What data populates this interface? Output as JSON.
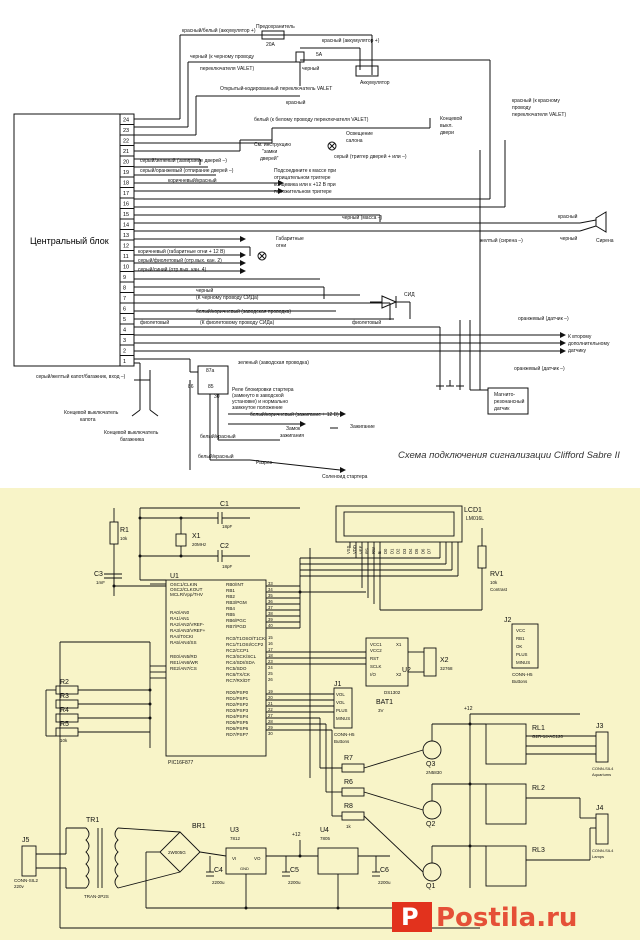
{
  "top_diagram": {
    "caption": "Схема подключения сигнализации Clifford Sabre II",
    "central_unit_label": "Центральный блок",
    "pin_numbers": [
      "24",
      "23",
      "22",
      "21",
      "20",
      "19",
      "18",
      "17",
      "16",
      "15",
      "14",
      "13",
      "12",
      "11",
      "10",
      "9",
      "8",
      "7",
      "6",
      "5",
      "4",
      "3",
      "2",
      "1"
    ],
    "labels": {
      "red_white_battery": "красный/белый (аккумулятор +)",
      "fuse": "Предохранитель",
      "fuse_value": "20А",
      "red_battery": "красный (аккумулятор +)",
      "black_valet": "черный (к черному проводу",
      "valet_switch": "переключателя VALET)",
      "fuse_5a": "5А",
      "battery": "Аккумулятор",
      "black_small": "черный",
      "open_coded_switch": "Открытый-кодированный переключатель VALET",
      "red_small": "красный",
      "red_white_valet_1": "красный (к красному",
      "red_white_valet_2": "проводу",
      "red_white_valet_3": "переключателя VALET)",
      "white_valet": "белый (к белому проводу переключателя VALET)",
      "door_switch_1": "Концевой",
      "door_switch_2": "выкл.",
      "door_switch_3": "двери",
      "cabin_light_1": "Освещение",
      "cabin_light_2": "салона",
      "instruction_1": "См. инструкцию",
      "instruction_2": "\"замки",
      "instruction_3": "дверей\"",
      "grey_trigger": "серый (триггер дверей + или –)",
      "grey_green": "серый/зеленый (запирание дверей –)",
      "grey_orange": "серый/оранжевый (отпирание дверей –)",
      "brown_red": "коричневый/красный",
      "note_1": "Подсоедините к массе при",
      "note_2": "отрицательном триггере",
      "note_3": "концевика или к +12 В при",
      "note_4": "положительном триггере",
      "black_ground": "черный (масса –)",
      "red_siren": "красный",
      "yellow_siren": "желтый (сирена –)",
      "black_siren": "черный",
      "siren": "Сирена",
      "brown_park": "коричневый (габаритные огни + 12 В)",
      "grey_purple": "серый/фиолетовый (отр.вых. кан. 2)",
      "grey_blue": "серый/синий (отр.вых. кан. 4)",
      "park_lights_1": "Габаритные",
      "park_lights_2": "огни",
      "black_led_1": "черный",
      "black_led_2": "(К черному проводу СИДа)",
      "led": "СИД",
      "white_brown_starter": "белый/коричневый (заводская проводка)",
      "purple": "фиолетовый",
      "purple_led": "(К фиолетовому проводу СИДа)",
      "purple_2": "фиолетовый",
      "orange_sensor": "оранжевый (датчик –)",
      "second_sensor_1": "К второму",
      "second_sensor_2": "дополнительному",
      "second_sensor_3": "датчику",
      "orange_sensor_2": "оранжевый (датчик –)",
      "green_starter": "зеленый (заводская проводка)",
      "grey_yellow": "серый/желтый капот/багажник, вход –)",
      "relay_87a": "87а",
      "relay_86": "86",
      "relay_85": "85",
      "relay_30": "30",
      "relay_note_1": "Реле блокировки стартера",
      "relay_note_2": "(замкнуто в заводской",
      "relay_note_3": "установке) и нормально",
      "relay_note_4": "замкнутое положение",
      "white_brown_ign": "белый/коричневый (зажигание + 12 В)",
      "ignition_lock_1": "Замок",
      "ignition_lock_2": "зажигания",
      "ignition": "Зажигание",
      "hood_switch_1": "Концевой выключатель",
      "hood_switch_2": "капота",
      "trunk_switch_1": "Концевой выключатель",
      "trunk_switch_2": "багажника",
      "white_red": "белый/красный",
      "white_red_2": "белый/красный",
      "cut": "Разрез",
      "starter_solenoid": "Соленоид стартера",
      "magnetic_sensor_1": "Магнито-",
      "magnetic_sensor_2": "резонансный",
      "magnetic_sensor_3": "датчик"
    }
  },
  "bottom_schematic": {
    "components": {
      "c1": "C1",
      "c1_val": "18pF",
      "x1": "X1",
      "x1_val": "20MHz",
      "c2": "C2",
      "c2_val": "18pF",
      "r1": "R1",
      "r1_val": "10k",
      "c3": "C3",
      "c3_val": "1mF",
      "u1": "U1",
      "u1_part": "PIC16F877",
      "lcd1": "LCD1",
      "lcd1_part": "LM016L",
      "rv1": "RV1",
      "rv1_val": "10k",
      "rv1_desc": "Contrast",
      "j2": "J2",
      "j2_part": "CONN-H5",
      "j2_desc": "Buttons",
      "u2": "U2",
      "u2_part": "DS1302",
      "x2": "X2",
      "x2_val": "32768",
      "bat1": "BAT1",
      "bat1_val": "3V",
      "j1": "J1",
      "j1_part": "CONN-H5",
      "j1_desc": "Buttons",
      "r2": "R2",
      "r3": "R3",
      "r4": "R4",
      "r5": "R5",
      "r_val": "10k",
      "r6": "R6",
      "r7": "R7",
      "r8": "R8",
      "r1k": "1k",
      "q1": "Q1",
      "q2": "Q2",
      "q3": "Q3",
      "q_part": "2N5830",
      "rl1": "RL1",
      "rl2": "RL2",
      "rl3": "RL3",
      "rl_part": "G2R-14-AC120",
      "j3": "J3",
      "j3_part": "CONN-SIL4",
      "j3_desc": "Aquariums",
      "j4": "J4",
      "j4_part": "CONN-SIL4",
      "j4_desc": "Lamps",
      "plus12_a": "+12",
      "plus12_b": "+12",
      "tr1": "TR1",
      "tr1_part": "TRAN-2P2S",
      "br1": "BR1",
      "br1_part": "2W005G",
      "u3": "U3",
      "u3_part": "7812",
      "u4": "U4",
      "u4_part": "7805",
      "c4": "C4",
      "c4_val": "2200u",
      "c5": "C5",
      "c5_val": "2200u",
      "c6": "C6",
      "c6_val": "2200u",
      "j5": "J5",
      "j5_part": "CONN-SIL2",
      "j5_val": "220v",
      "vi": "VI",
      "vo": "VO",
      "gnd": "GND"
    },
    "u1_left_pins": [
      "OSC1/CLKIN",
      "OSC2/CLKOUT",
      "MCLR/Vpp/THV",
      "RA0/AN0",
      "RA1/AN1",
      "RA2/AN2/VREF-",
      "RA3/AN3/VREF+",
      "RA4/T0CKI",
      "RA5/AN4/SS",
      "RE0/AN5/RD",
      "RE1/AN6/WR",
      "RE2/AN7/CS"
    ],
    "u1_right_pins": [
      "RB0/INT",
      "RB1",
      "RB2",
      "RB3/PGM",
      "RB4",
      "RB5",
      "RB6/PGC",
      "RB7/PGD",
      "RC0/T1OSO/T1CKI",
      "RC1/T1OSI/CCP2",
      "RC2/CCP1",
      "RC3/SCK/SCL",
      "RC4/SDI/SDA",
      "RC5/SDO",
      "RC6/TX/CK",
      "RC7/RX/DT",
      "RD0/PSP0",
      "RD1/PSP1",
      "RD2/PSP2",
      "RD3/PSP3",
      "RD4/PSP4",
      "RD5/PSP5",
      "RD6/PSP6",
      "RD7/PSP7"
    ],
    "u1_right_nums": [
      "33",
      "34",
      "35",
      "36",
      "37",
      "38",
      "39",
      "40",
      "15",
      "16",
      "17",
      "18",
      "23",
      "24",
      "25",
      "26",
      "19",
      "20",
      "21",
      "22",
      "27",
      "28",
      "29",
      "30"
    ],
    "u2_pins": [
      "VCC1",
      "VCC2",
      "RST",
      "SCLK",
      "I/O",
      "X1",
      "X2"
    ],
    "j1_pins": [
      "VOL",
      "VOL",
      "PLUS",
      "MINUS"
    ],
    "j2_pins": [
      "VCC",
      "RB1",
      "OK",
      "PLUS",
      "MINUS"
    ],
    "lcd_pins": [
      "VSS",
      "VDD",
      "VEE",
      "RS",
      "RW",
      "E",
      "D0",
      "D1",
      "D2",
      "D3",
      "D4",
      "D5",
      "D6",
      "D7"
    ]
  },
  "watermark": "Postila.ru"
}
